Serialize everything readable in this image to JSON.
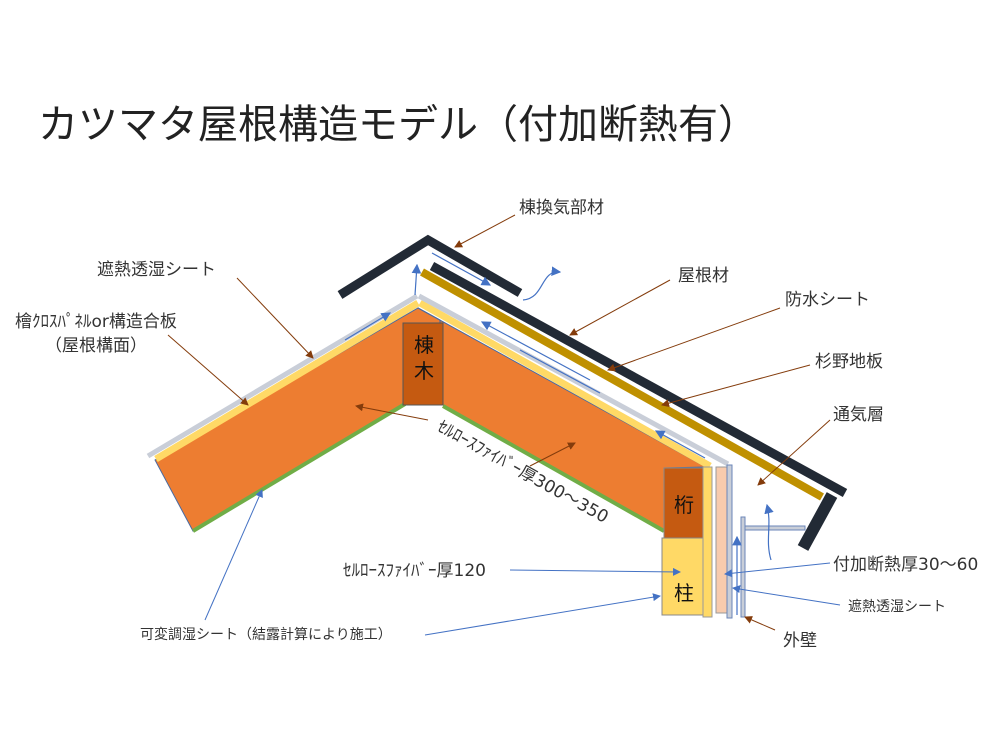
{
  "title": "カツマタ屋根構造モデル（付加断熱有）",
  "labels": {
    "ridge_vent": "棟換気部材",
    "heat_sheet_left": "遮熱透湿シート",
    "panel_line1": "檜ｸﾛｽﾊﾟﾈﾙor構造合板",
    "panel_line2": "（屋根構面）",
    "roofing": "屋根材",
    "waterproof": "防水シート",
    "sugi_board": "杉野地板",
    "vent_layer": "通気層",
    "cellulose_roof": "ｾﾙﾛｰｽﾌｧｲﾊﾞｰ厚300～350",
    "cellulose_wall": "ｾﾙﾛｰｽﾌｧｲﾊﾞｰ厚120",
    "extra_insulation": "付加断熱厚30～60",
    "heat_sheet_right": "遮熱透湿シート",
    "exterior_wall": "外壁",
    "variable_sheet": "可変調湿シート（結露計算により施工）",
    "ridge_beam_1": "棟",
    "ridge_beam_2": "木",
    "purlin": "桁",
    "pillar": "柱"
  },
  "colors": {
    "insulation": "#ed7d31",
    "timber": "#c55a11",
    "yellow": "#ffd966",
    "roofing": "#222a35",
    "board": "#bf9000",
    "green": "#70ad47",
    "leader_brown": "#843c0c",
    "arrow_blue": "#4472c4",
    "peach": "#f8cbad",
    "sheet_gray": "#c9ced8"
  }
}
